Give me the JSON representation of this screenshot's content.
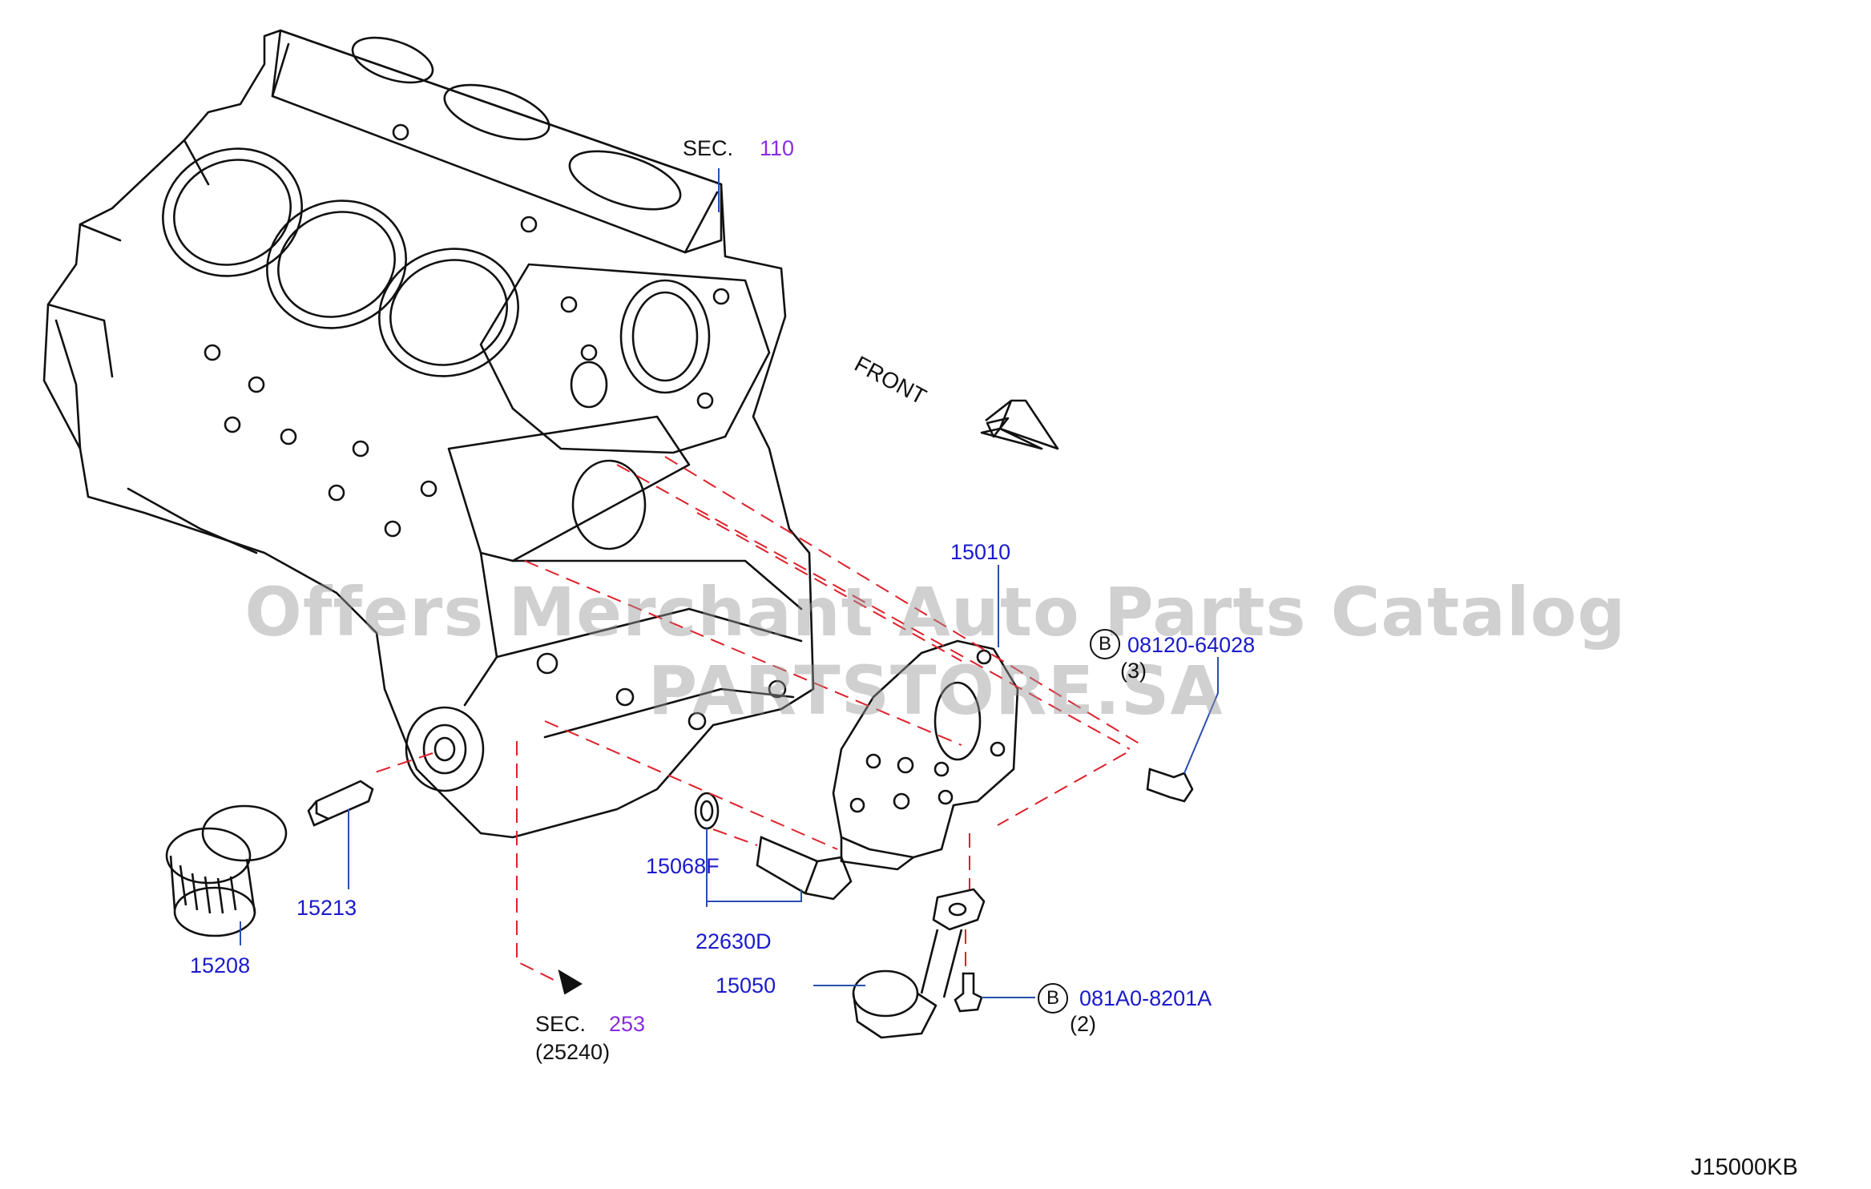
{
  "labels": {
    "sec110_prefix": "SEC.",
    "sec110_num": "110",
    "front": "FRONT",
    "p15010": "15010",
    "bolt_top_code": "08120-64028",
    "bolt_top_qty": "(3)",
    "bolt_circle_letter": "B",
    "p15068f": "15068F",
    "p22630d": "22630D",
    "p15213": "15213",
    "p15208": "15208",
    "p15050": "15050",
    "bolt_bottom_code": "081A0-8201A",
    "bolt_bottom_qty": "(2)",
    "sec253_prefix": "SEC.",
    "sec253_num": "253",
    "sec253_sub": "(25240)",
    "diagram_code": "J15000KB"
  },
  "watermark": "Offers Merchant Auto Parts Catalog PARTSTORE.SA",
  "colors": {
    "part_number": "#1a1acc",
    "section_number": "#8a2be2",
    "leader_line": "#2a4fb0",
    "guide_line": "#e0202a",
    "outline": "#111111"
  }
}
